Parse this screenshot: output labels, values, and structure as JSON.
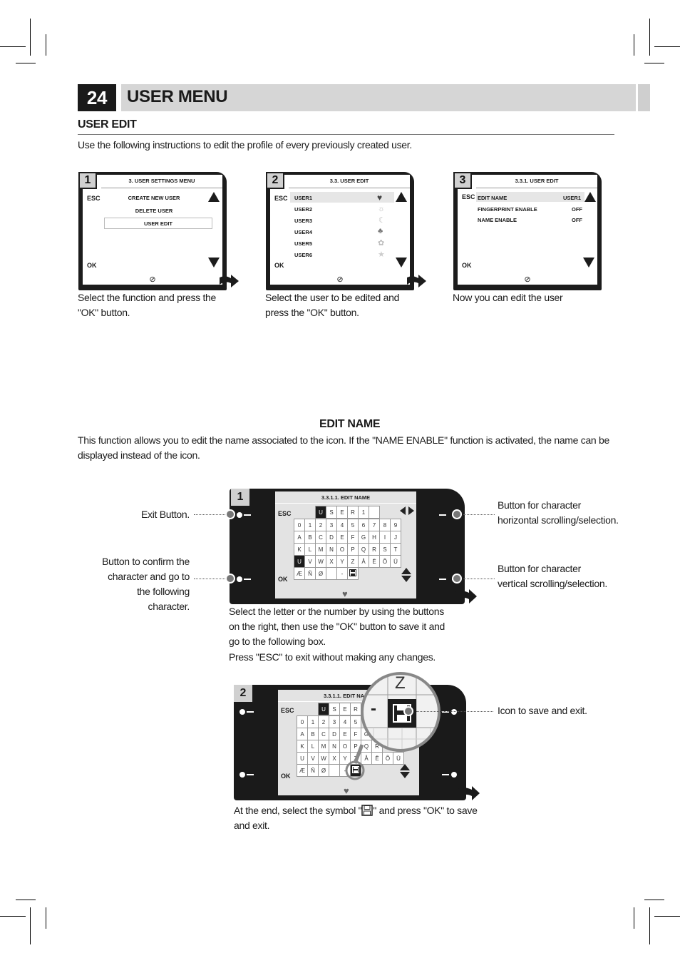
{
  "header": {
    "page_number": "24",
    "title": "USER MENU"
  },
  "user_edit": {
    "heading": "USER EDIT",
    "intro": "Use the following instructions to edit the profile of every previously created user.",
    "steps": [
      {
        "number": "1",
        "screen_title": "3. USER SETTINGS MENU",
        "esc": "ESC",
        "ok": "OK",
        "items": [
          "CREATE NEW USER",
          "DELETE USER",
          "USER EDIT"
        ],
        "caption": "Select the function and press the \"OK\" button."
      },
      {
        "number": "2",
        "screen_title": "3.3. USER EDIT",
        "esc": "ESC",
        "ok": "OK",
        "items": [
          "USER1",
          "USER2",
          "USER3",
          "USER4",
          "USER5",
          "USER6"
        ],
        "icons": [
          "heart-icon",
          "sun-icon",
          "moon-icon",
          "clover-icon",
          "flower-icon",
          "star-icon"
        ],
        "caption": "Select the user to be edited and press the \"OK\" button."
      },
      {
        "number": "3",
        "screen_title": "3.3.1. USER EDIT",
        "esc": "ESC",
        "ok": "OK",
        "rows": [
          {
            "label": "EDIT NAME",
            "value": "USER1"
          },
          {
            "label": "FINGERPRINT ENABLE",
            "value": "OFF"
          },
          {
            "label": "NAME ENABLE",
            "value": "OFF"
          }
        ],
        "caption": "Now you can edit the user"
      }
    ]
  },
  "edit_name": {
    "heading": "EDIT NAME",
    "intro": "This function allows you to edit the name associated to the icon. If the \"NAME ENABLE\" function is activated, the name can be displayed instead of the icon.",
    "screen_title": "3.3.1.1. EDIT NAME",
    "screen_title_cut": "3.3.1.1. EDIT NA",
    "esc": "ESC",
    "ok": "OK",
    "name_chars": [
      "U",
      "S",
      "E",
      "R",
      "1"
    ],
    "keyboard": [
      [
        "0",
        "1",
        "2",
        "3",
        "4",
        "5",
        "6",
        "7",
        "8",
        "9"
      ],
      [
        "A",
        "B",
        "C",
        "D",
        "E",
        "F",
        "G",
        "H",
        "I",
        "J"
      ],
      [
        "K",
        "L",
        "M",
        "N",
        "O",
        "P",
        "Q",
        "R",
        "S",
        "T"
      ],
      [
        "U",
        "V",
        "W",
        "X",
        "Y",
        "Z",
        "Å",
        "Ë",
        "Õ",
        "Ü"
      ],
      [
        "Æ",
        "Ñ",
        "Ø",
        "",
        "-"
      ]
    ],
    "step1": {
      "number": "1",
      "labels": {
        "exit": "Exit Button.",
        "confirm": "Button to confirm the character and go to the following character.",
        "horizontal": "Button for character horizontal scrolling/selection.",
        "vertical": "Button for character vertical scrolling/selection."
      },
      "caption_lines": [
        "Select the letter or the number by using the buttons on the right, then use the \"OK\" button to save it and go to the following box.",
        "Press \"ESC\" to exit without making any changes."
      ]
    },
    "step2": {
      "number": "2",
      "zoom_chars": [
        "Z",
        "-"
      ],
      "save_label": "Icon to save and exit.",
      "caption_before": "At the end, select the symbol \"",
      "caption_after": "\" and press \"OK\" to save and exit."
    }
  }
}
